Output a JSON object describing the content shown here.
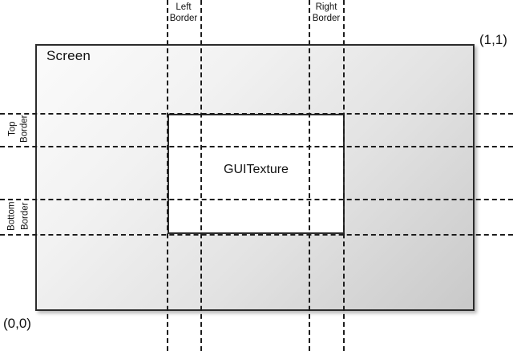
{
  "diagram": {
    "title_region": "unity-guitexture-border-diagram",
    "screen": {
      "label": "Screen",
      "origin_label": "(0,0)",
      "far_corner_label": "(1,1)"
    },
    "texture": {
      "label": "GUITexture"
    },
    "borders": {
      "left": {
        "line1": "Left",
        "line2": "Border"
      },
      "right": {
        "line1": "Right",
        "line2": "Border"
      },
      "top": {
        "line1": "Top",
        "line2": "Border"
      },
      "bottom": {
        "line1": "Bottom",
        "line2": "Border"
      }
    },
    "colors": {
      "stroke": "#2b2b2b",
      "dash": "#1d1d1d",
      "texture_fill": "#ffffff",
      "screen_fill_light": "#fbfbfb",
      "screen_fill_dark": "#c9c9c9",
      "text": "#111111"
    }
  }
}
